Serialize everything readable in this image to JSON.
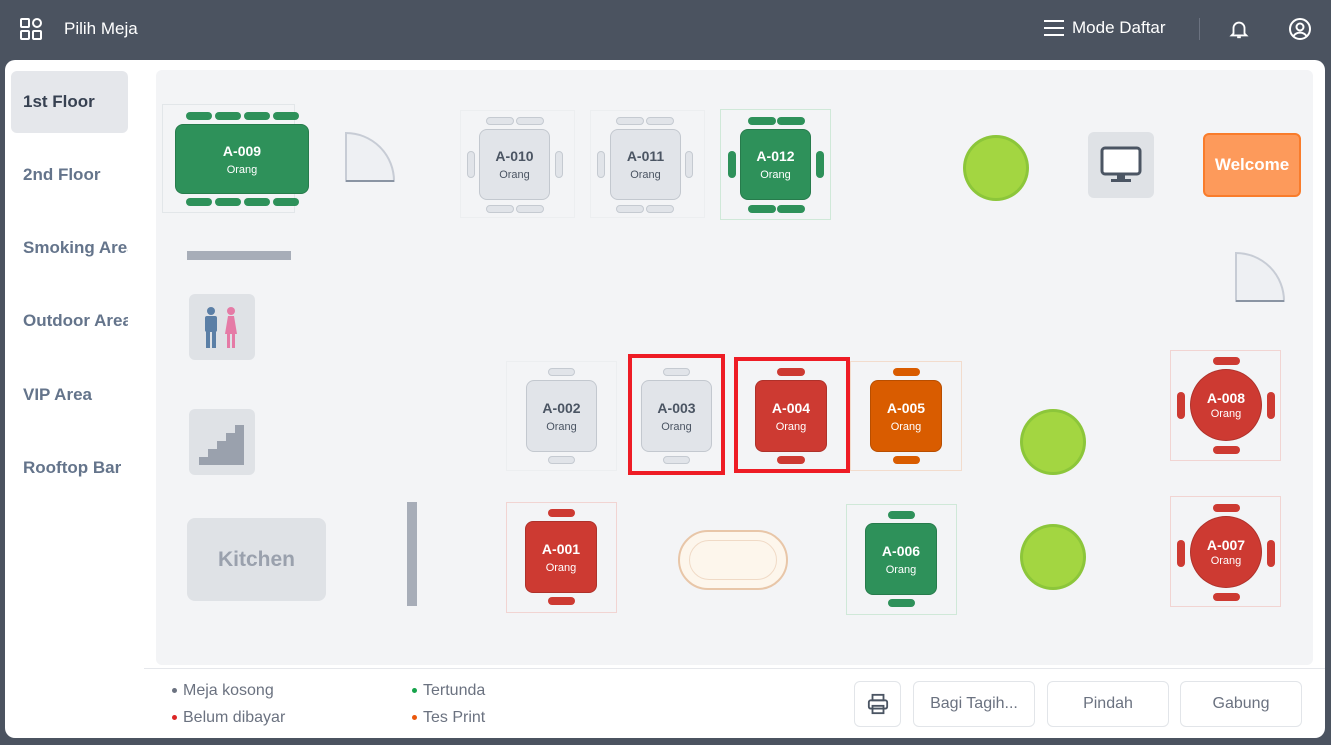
{
  "header": {
    "title": "Pilih Meja",
    "mode_label": "Mode Daftar"
  },
  "sidebar": {
    "items": [
      {
        "label": "1st Floor",
        "active": true
      },
      {
        "label": "2nd Floor"
      },
      {
        "label": "Smoking Area"
      },
      {
        "label": "Outdoor Area"
      },
      {
        "label": "VIP Area"
      },
      {
        "label": "Rooftop Bar"
      }
    ]
  },
  "tables": {
    "A009": {
      "name": "A-009",
      "people": "Orang",
      "status": "tertunda"
    },
    "A010": {
      "name": "A-010",
      "people": "Orang",
      "status": "kosong"
    },
    "A011": {
      "name": "A-011",
      "people": "Orang",
      "status": "kosong"
    },
    "A012": {
      "name": "A-012",
      "people": "Orang",
      "status": "tertunda"
    },
    "A002": {
      "name": "A-002",
      "people": "Orang",
      "status": "kosong"
    },
    "A003": {
      "name": "A-003",
      "people": "Orang",
      "status": "kosong",
      "selected": true
    },
    "A004": {
      "name": "A-004",
      "people": "Orang",
      "status": "belum dibayar",
      "selected": true
    },
    "A005": {
      "name": "A-005",
      "people": "Orang",
      "status": "tes print"
    },
    "A008": {
      "name": "A-008",
      "people": "Orang",
      "status": "belum dibayar"
    },
    "A001": {
      "name": "A-001",
      "people": "Orang",
      "status": "belum dibayar"
    },
    "A006": {
      "name": "A-006",
      "people": "Orang",
      "status": "tertunda"
    },
    "A007": {
      "name": "A-007",
      "people": "Orang",
      "status": "belum dibayar"
    }
  },
  "fixtures": {
    "welcome": "Welcome",
    "kitchen": "Kitchen"
  },
  "legend": [
    {
      "label": "Meja kosong",
      "color": "#6b7280"
    },
    {
      "label": "Belum dibayar",
      "color": "#dc2626"
    },
    {
      "label": "Tertunda",
      "color": "#16a34a"
    },
    {
      "label": "Tes Print",
      "color": "#ea580c"
    }
  ],
  "footer": {
    "split_label": "Bagi Tagih...",
    "move_label": "Pindah",
    "merge_label": "Gabung"
  }
}
